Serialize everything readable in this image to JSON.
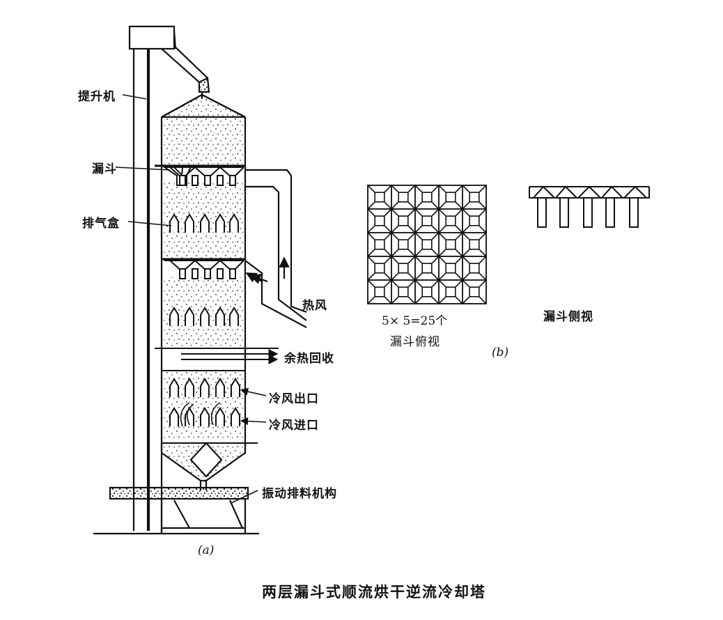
{
  "labels": {
    "elevator": "提升机",
    "hopper": "漏斗",
    "exhaust_box": "排气盒",
    "hot_air": "热风",
    "heat_recovery": "余热回收",
    "cold_air_outlet": "冷风出口",
    "cold_air_inlet": "冷风进口",
    "vibrating_discharge": "振动排料机构",
    "part_a": "(a)",
    "grid_count": "5× 5=25个",
    "hopper_top_view": "漏斗俯视",
    "part_b": "(b)",
    "hopper_side_view": "漏斗侧视"
  },
  "caption": "两层漏斗式顺流烘干逆流冷却塔",
  "colors": {
    "ink": "#111111",
    "paper": "#ffffff"
  },
  "grid": {
    "rows": 5,
    "cols": 5
  }
}
